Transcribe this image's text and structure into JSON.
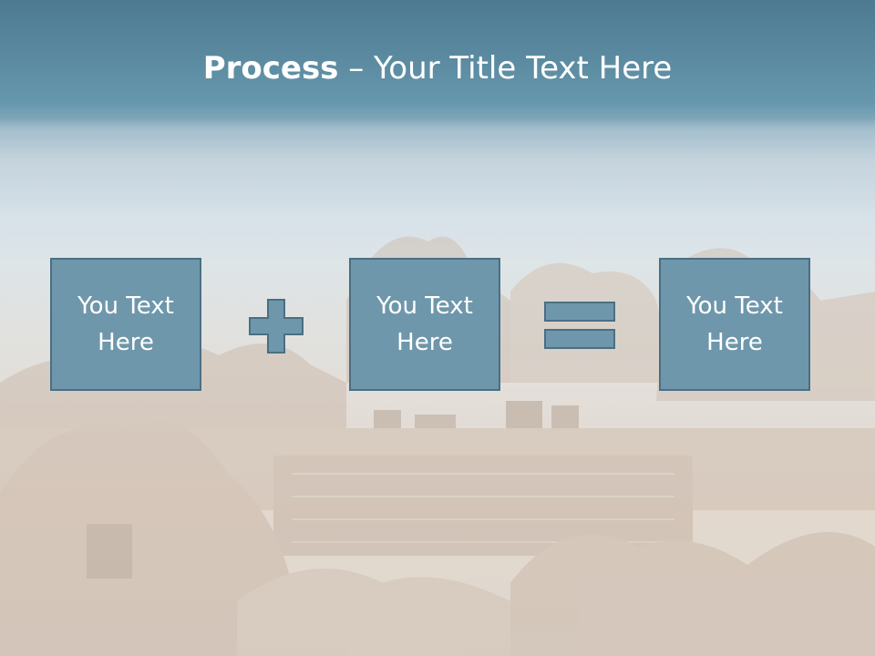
{
  "slide": {
    "title_bold": "Process",
    "title_rest": " – Your Title Text Here",
    "steps": [
      {
        "text": "You Text Here"
      },
      {
        "text": "You Text Here"
      },
      {
        "text": "You Text Here"
      }
    ],
    "operators": [
      "plus-icon",
      "equals-icon"
    ],
    "colors": {
      "box_fill": "#6f97ab",
      "box_border": "#4a6f84",
      "title_band": "#5a8aa1",
      "title_text": "#ffffff"
    }
  }
}
